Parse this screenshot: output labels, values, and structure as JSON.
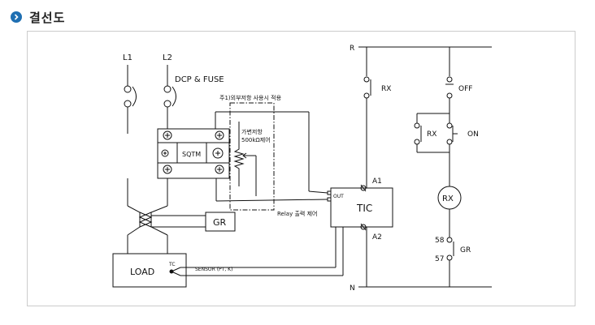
{
  "header": {
    "title": "결선도",
    "icon": "chevron-right-icon",
    "accent": "#1f6fb2"
  },
  "diagram": {
    "l1": "L1",
    "l2": "L2",
    "dcp_fuse": "DCP & FUSE",
    "note": "주1)외부저항 사용시 적용",
    "sqtm": "SQTM",
    "var_res_line1": "가변저항",
    "var_res_line2": "500kΩ제어",
    "gr_box": "GR",
    "load": "LOAD",
    "tc": "TC",
    "sensor": "SENSOR  (PT, K)",
    "relay_ctrl": "Relay 출력 제어",
    "out": "OUT",
    "tic": "TIC",
    "a1": "A1",
    "a2": "A2",
    "r": "R",
    "n": "N",
    "rx_contact": "RX",
    "off": "OFF",
    "rx_self": "RX",
    "on": "ON",
    "rx_coil": "RX",
    "t58": "58",
    "t57": "57",
    "gr_contact": "GR"
  }
}
